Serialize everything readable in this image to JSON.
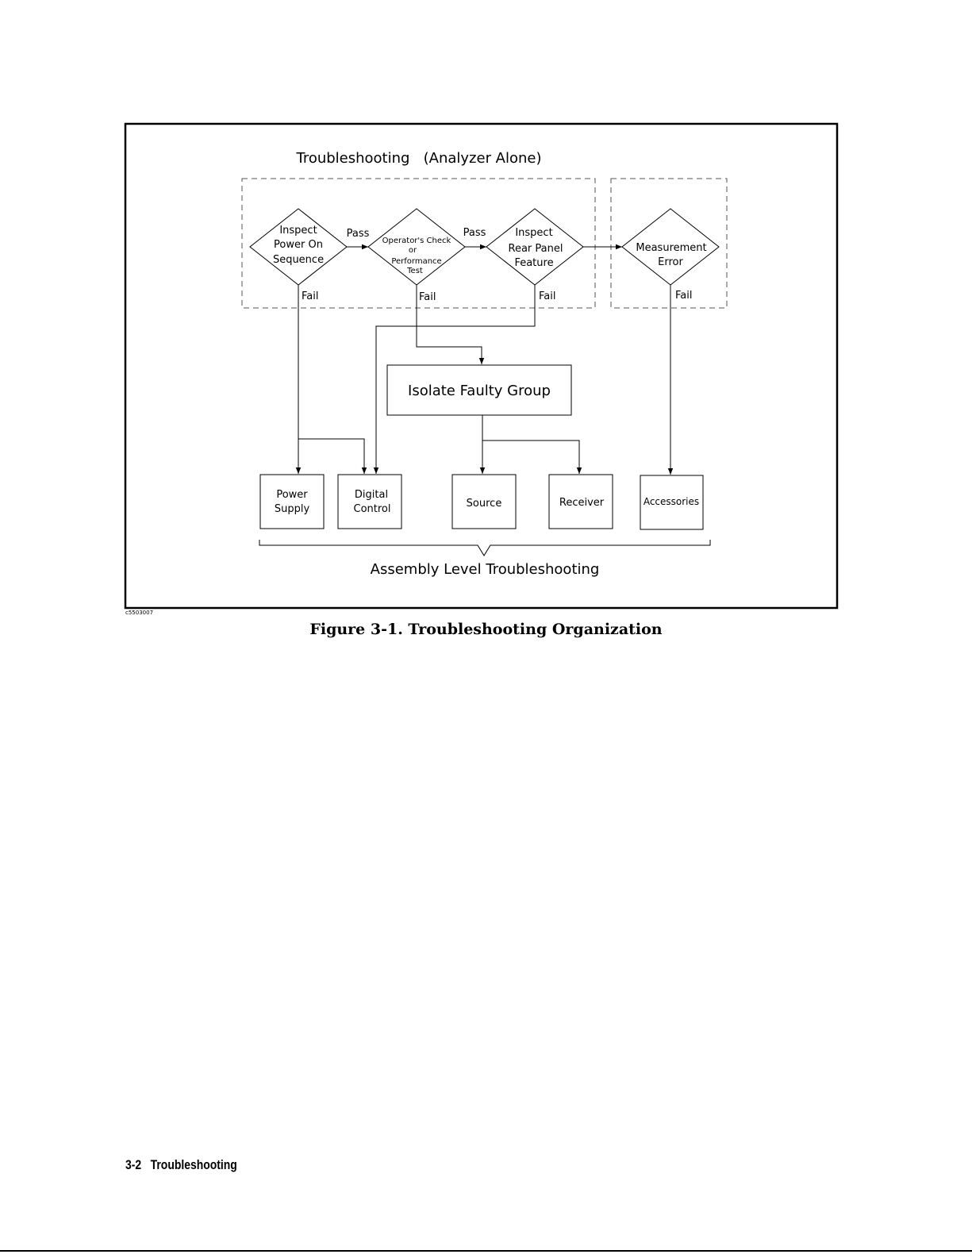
{
  "figure": {
    "id": "c5503007",
    "title": "Troubleshooting   (Analyzer Alone)",
    "pass_label": "Pass",
    "fail_label": "Fail",
    "decisions": {
      "power_on": [
        "Inspect",
        "Power On",
        "Sequence"
      ],
      "operators_check": [
        "Operator's Check",
        "or",
        "Performance",
        "Test"
      ],
      "rear_panel": [
        "Inspect",
        "Rear Panel",
        "Feature"
      ],
      "measurement_error": [
        "Measurement",
        "Error"
      ]
    },
    "isolate_group": "Isolate Faulty Group",
    "assemblies": {
      "power_supply": [
        "Power",
        "Supply"
      ],
      "digital_control": [
        "Digital",
        "Control"
      ],
      "source": "Source",
      "receiver": "Receiver",
      "accessories": "Accessories"
    },
    "bottom_label": "Assembly Level Troubleshooting"
  },
  "caption": "Figure 3-1. Troubleshooting Organization",
  "footer": {
    "page_number": "3-2",
    "section": "Troubleshooting"
  }
}
